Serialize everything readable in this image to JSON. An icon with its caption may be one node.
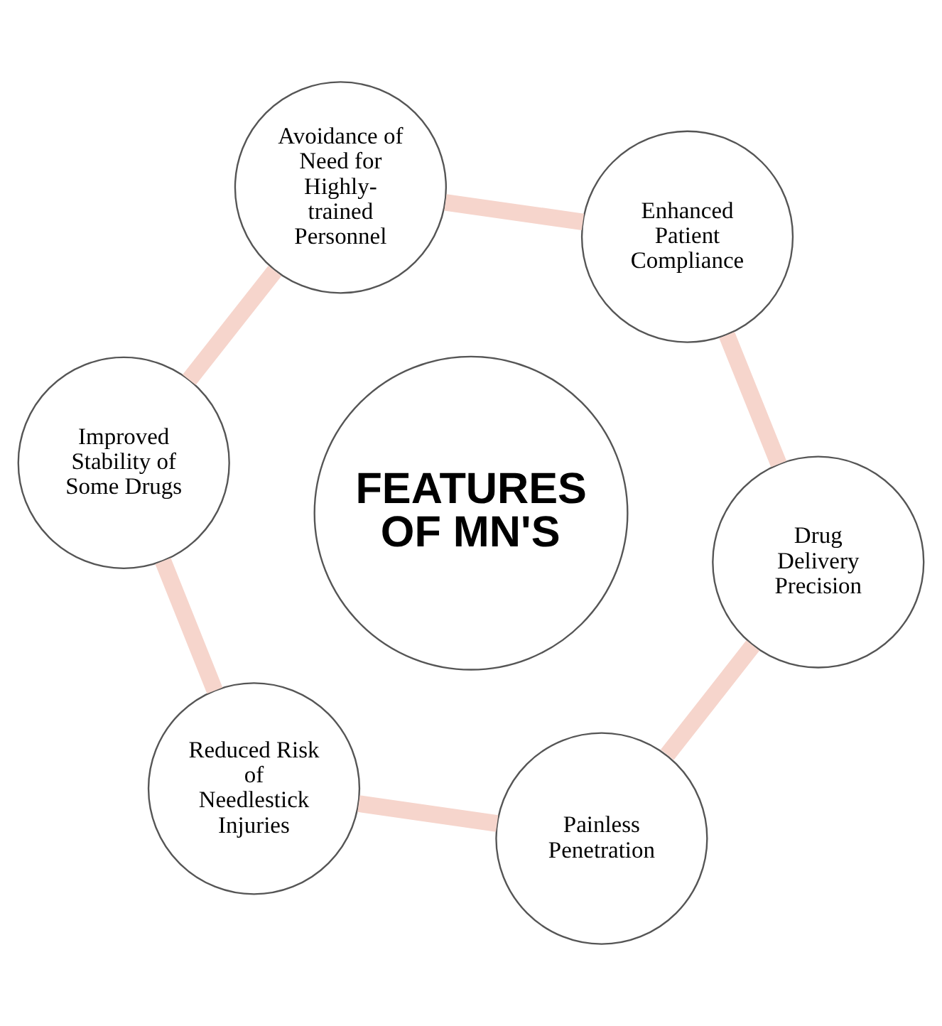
{
  "diagram": {
    "nodes": [
      {
        "text": [
          "FEATURES OF MN'S"
        ]
      },
      {
        "text": [
          "Painless Penetration"
        ]
      },
      {
        "text": [
          "Drug Delivery Precision"
        ]
      },
      {
        "text": [
          "Enhanced Patient Compliance"
        ]
      },
      {
        "text": [
          "Avoidance of Need for Highly-trained Personnel"
        ]
      },
      {
        "text": [
          "Improved Stability of Some Drugs"
        ]
      },
      {
        "text": [
          "Reduced Risk of Needlestick Injuries"
        ]
      }
    ],
    "edges": [
      {
        "from": 1,
        "to": 2,
        "arrow": "none"
      },
      {
        "from": 2,
        "to": 3,
        "arrow": "none"
      },
      {
        "from": 3,
        "to": 4,
        "arrow": "none"
      },
      {
        "from": 4,
        "to": 5,
        "arrow": "none"
      },
      {
        "from": 5,
        "to": 6,
        "arrow": "none"
      },
      {
        "from": 6,
        "to": 1,
        "arrow": "none"
      }
    ]
  }
}
